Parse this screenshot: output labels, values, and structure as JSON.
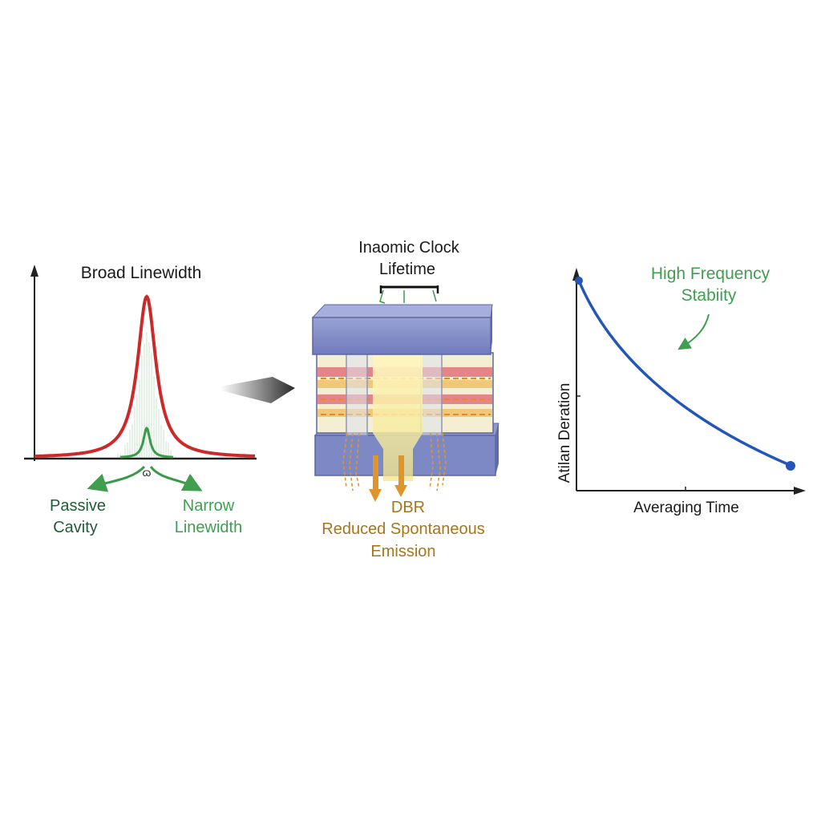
{
  "left_panel": {
    "title": "Broad Linewidth",
    "passive_label": [
      "Passive",
      "Cavity"
    ],
    "narrow_label": [
      "Narrow",
      "Linewidth"
    ],
    "marker_glyph": "ɷ"
  },
  "center_panel": {
    "top_label": [
      "Inaomic Clock",
      "Lifetime"
    ],
    "bottom_label": [
      "DBR",
      "Reduced Spontaneous",
      "Emission"
    ]
  },
  "right_panel": {
    "annotation": [
      "High Frequency",
      "Stabiity"
    ],
    "ylabel": "Atilan Deration",
    "xlabel": "Averaging Time"
  },
  "colors": {
    "broad_curve": "#cc2a2a",
    "narrow_curve": "#3a9a4a",
    "dark_green_text": "#1e5e36",
    "green_text": "#3f9e50",
    "orange": "#e0952a",
    "orange_text": "#a8741e",
    "device_blue": "#7d89c4",
    "allan_curve": "#2456b8",
    "axis": "#222222"
  }
}
